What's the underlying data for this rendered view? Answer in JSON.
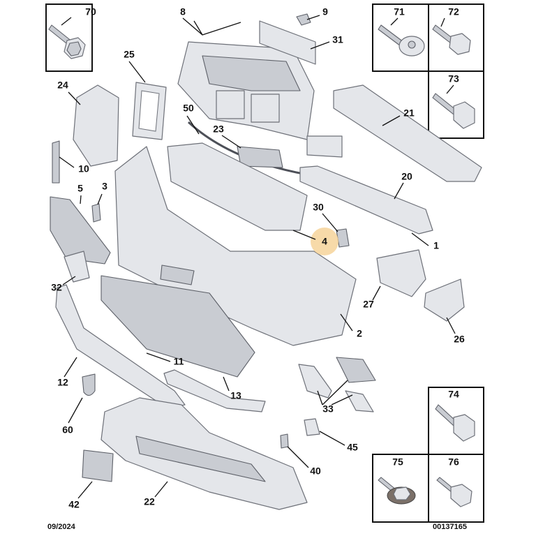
{
  "diagram": {
    "labels": {
      "p70": "70",
      "p8": "8",
      "p9": "9",
      "p71": "71",
      "p72": "72",
      "p31": "31",
      "p25": "25",
      "p73": "73",
      "p24": "24",
      "p50": "50",
      "p21": "21",
      "p23": "23",
      "p10": "10",
      "p20": "20",
      "p5": "5",
      "p3": "3",
      "p30": "30",
      "p4": "4",
      "p1": "1",
      "p32": "32",
      "p27": "27",
      "p2": "2",
      "p26": "26",
      "p11": "11",
      "p12": "12",
      "p13": "13",
      "p33": "33",
      "p74": "74",
      "p60": "60",
      "p45": "45",
      "p75": "75",
      "p76": "76",
      "p40": "40",
      "p42": "42",
      "p22": "22"
    },
    "date": "09/2024",
    "reference": "00137165",
    "highlight_color": "#f6d49a"
  }
}
